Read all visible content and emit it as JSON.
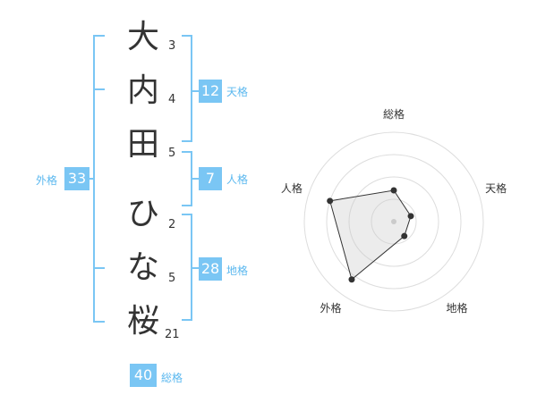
{
  "name": {
    "chars": [
      {
        "char": "大",
        "strokes": "3"
      },
      {
        "char": "内",
        "strokes": "4"
      },
      {
        "char": "田",
        "strokes": "5"
      },
      {
        "char": "ひ",
        "strokes": "2"
      },
      {
        "char": "な",
        "strokes": "5"
      },
      {
        "char": "桜",
        "strokes": "21"
      }
    ]
  },
  "kakusu": {
    "tenkaku": {
      "value": "12",
      "label": "天格"
    },
    "jinkaku": {
      "value": "7",
      "label": "人格"
    },
    "chikaku": {
      "value": "28",
      "label": "地格"
    },
    "gaikaku": {
      "value": "33",
      "label": "外格"
    },
    "soukaku": {
      "value": "40",
      "label": "総格"
    }
  },
  "colors": {
    "accent": "#7ac6f4",
    "label": "#5bb8ef",
    "bracket": "#7ac6f4"
  },
  "chart_data": {
    "type": "radar",
    "axes": [
      "総格",
      "天格",
      "地格",
      "外格",
      "人格"
    ],
    "values": [
      0.35,
      0.2,
      0.2,
      0.8,
      0.75
    ],
    "rmax": 1,
    "rings": 4
  }
}
